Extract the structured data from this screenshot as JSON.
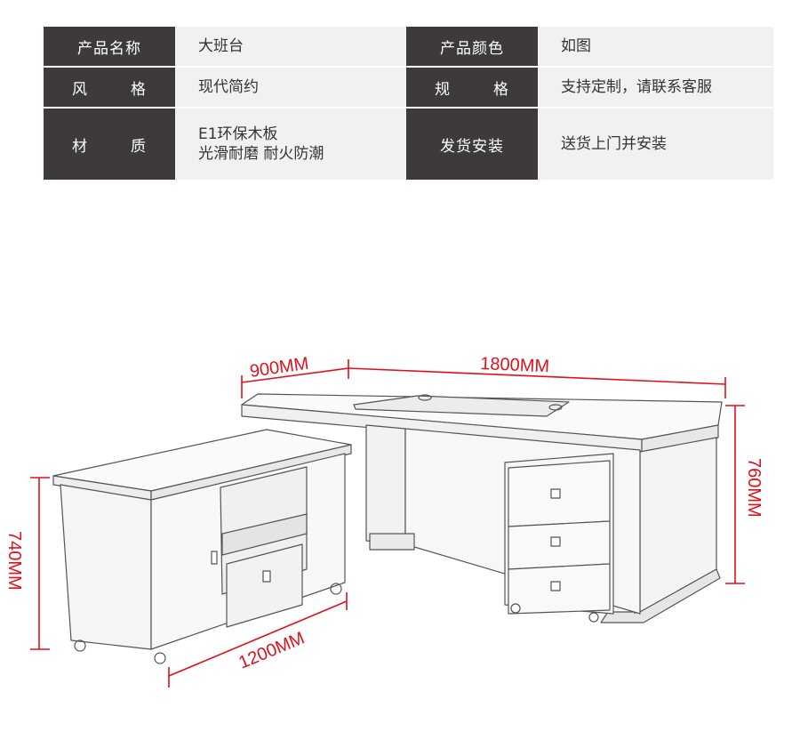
{
  "specs": {
    "rows": [
      {
        "label1": [
          "产品名称"
        ],
        "value1": [
          "大班台"
        ],
        "label2": [
          "产品颜色"
        ],
        "value2": [
          "如图"
        ]
      },
      {
        "label1": [
          "风",
          "格"
        ],
        "value1": [
          "现代简约"
        ],
        "label2": [
          "规",
          "格"
        ],
        "value2": [
          "支持定制，请联系客服"
        ]
      },
      {
        "label1": [
          "材",
          "质"
        ],
        "value1": [
          "E1环保木板",
          "光滑耐磨 耐火防潮"
        ],
        "label2": [
          "发货安装"
        ],
        "value2": [
          "送货上门并安装"
        ]
      }
    ]
  },
  "dimensions": {
    "side_depth": "900MM",
    "desk_length": "1800MM",
    "desk_height": "760MM",
    "side_height": "740MM",
    "side_length": "1200MM"
  },
  "colors": {
    "label_bg": "#3d3a39",
    "value_bg": "#f1f1f1",
    "dimension_red": "#e0101a"
  }
}
